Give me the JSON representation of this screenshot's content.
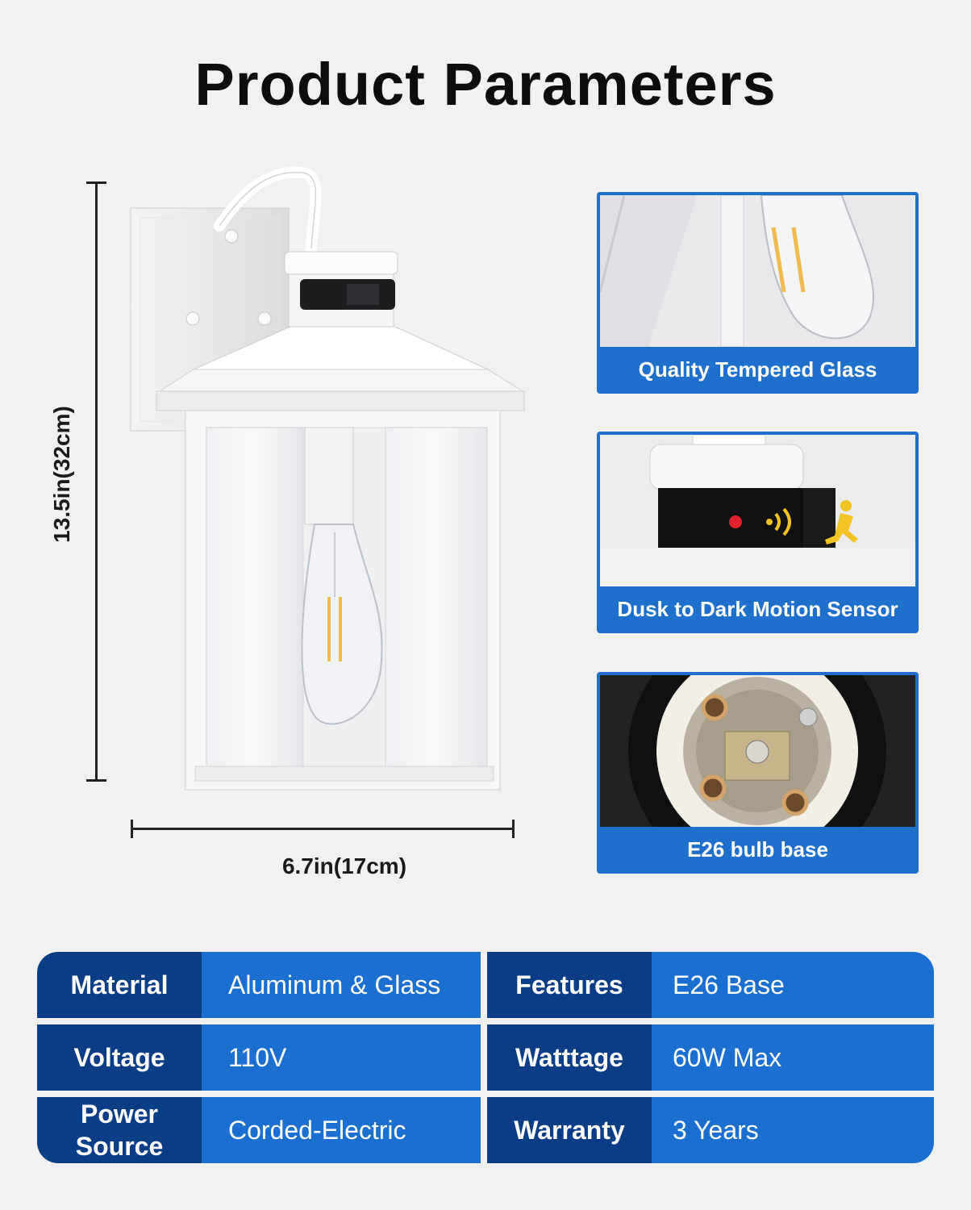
{
  "title": "Product Parameters",
  "dimensions": {
    "height_label": "13.5in(32cm)",
    "width_label": "6.7in(17cm)"
  },
  "features": [
    {
      "caption": "Quality Tempered Glass",
      "icon": "tempered-glass-photo"
    },
    {
      "caption": "Dusk to Dark Motion Sensor",
      "icon": "motion-sensor-photo"
    },
    {
      "caption": "E26 bulb base",
      "icon": "bulb-base-photo"
    }
  ],
  "specs": [
    {
      "key1": "Material",
      "val1": "Aluminum & Glass",
      "key2": "Features",
      "val2": "E26 Base"
    },
    {
      "key1": "Voltage",
      "val1": "110V",
      "key2": "Watttage",
      "val2": "60W Max"
    },
    {
      "key1_lines": [
        "Power",
        "Source"
      ],
      "val1": "Corded-Electric",
      "key2": "Warranty",
      "val2": "3 Years"
    }
  ],
  "colors": {
    "background": "#f1f1f1",
    "key_cell": "#0a3d86",
    "value_cell": "#1a6fd0",
    "card_border": "#1f6fcc",
    "fixture": "#ffffff"
  }
}
